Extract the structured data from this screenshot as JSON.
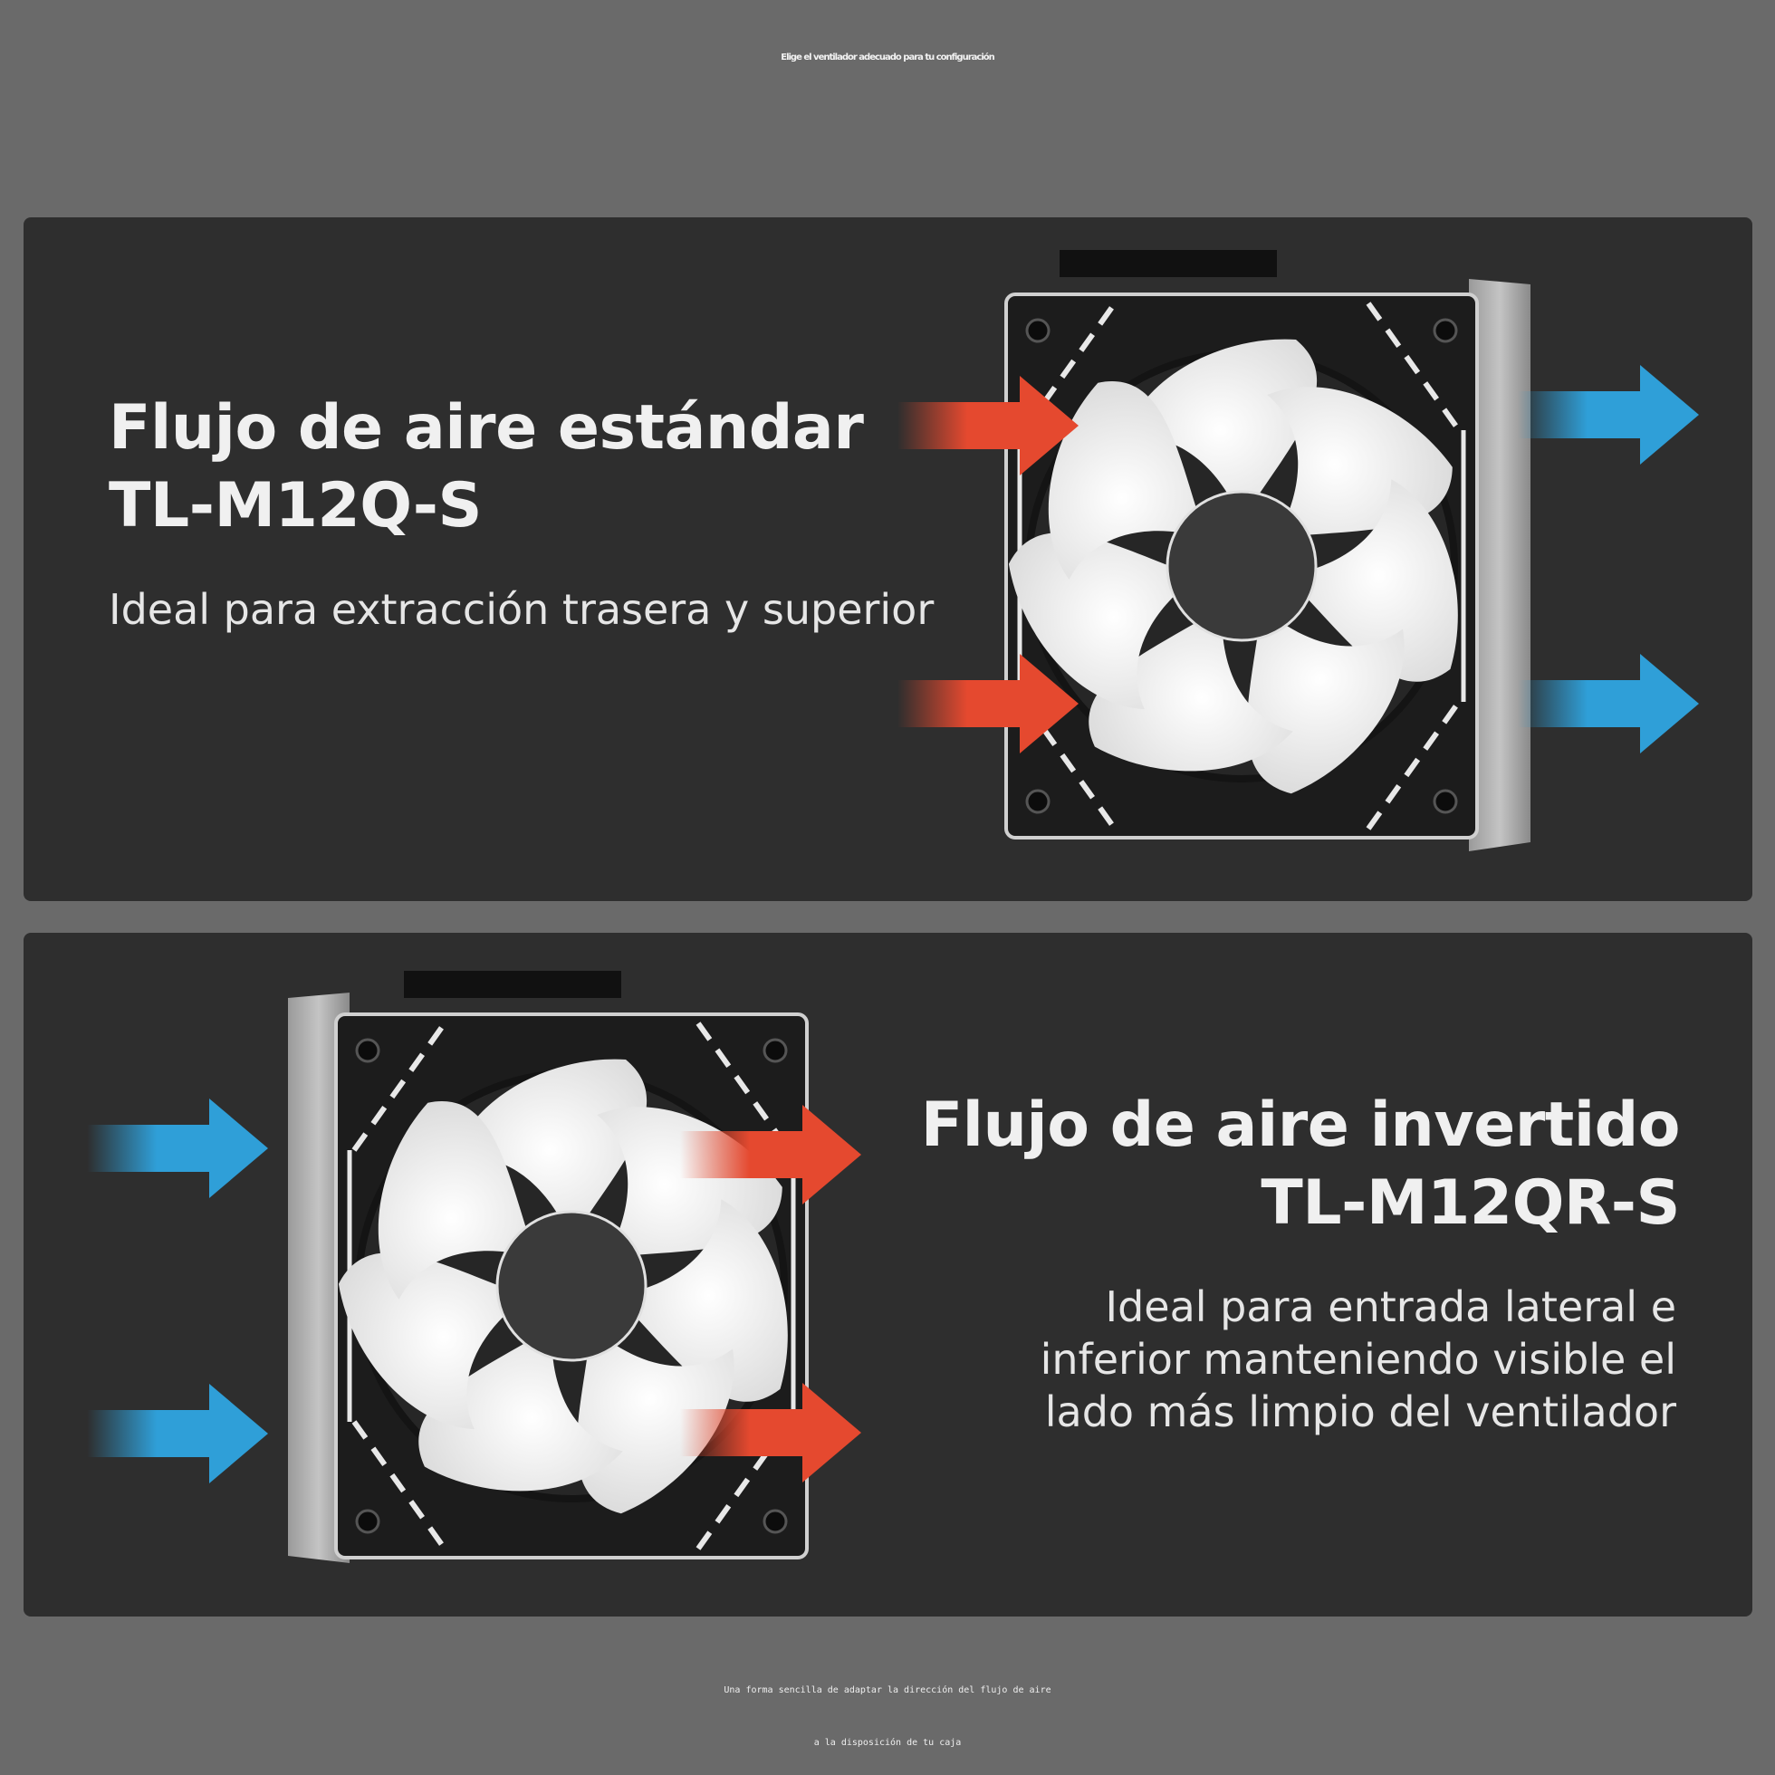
{
  "title": "Elige el ventilador adecuado para tu configuración",
  "standard": {
    "heading_line1": "Flujo de aire estándar",
    "heading_line2": "TL-M12Q-S",
    "description": "Ideal para extracción trasera y superior"
  },
  "reverse": {
    "heading_line1": "Flujo de aire invertido",
    "heading_line2": "TL-M12QR-S",
    "description_lines": [
      "Ideal para entrada lateral e",
      "inferior manteniendo visible el",
      "lado más limpio del ventilador"
    ]
  },
  "footer": {
    "line1": "Una forma sencilla de adaptar la dirección del flujo de aire",
    "line2": "a la disposición de tu caja"
  },
  "colors": {
    "background": "#6a6a6a",
    "panel": "#2e2e2e",
    "hot_arrow": "#e5492f",
    "cool_arrow": "#2f9fd8"
  },
  "icons": {
    "fan": "fan-icon",
    "intake_arrow": "arrow-right-icon",
    "exhaust_arrow": "arrow-right-icon"
  }
}
